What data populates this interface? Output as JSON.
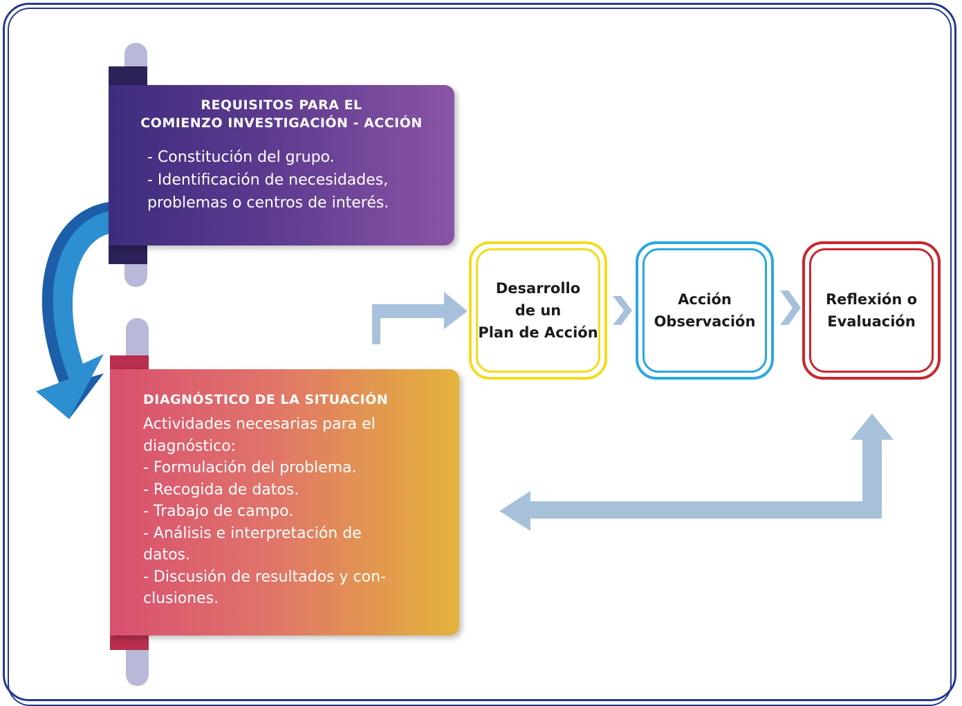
{
  "requisitos": {
    "title_lines": [
      "REQUISITOS PARA EL",
      "COMIENZO INVESTIGACIÓN - ACCIÓN"
    ],
    "body_lines": [
      "- Constitución del grupo.",
      "- Identificación de necesidades,",
      "problemas o centros de interés."
    ]
  },
  "diagnostico": {
    "title": "DIAGNÓSTICO DE LA SITUACIÓN",
    "body_lines": [
      "Actividades necesarias para el",
      "diagnóstico:",
      "- Formulación del problema.",
      "- Recogida de datos.",
      "- Trabajo de campo.",
      "- Análisis e interpretación de",
      "datos.",
      "- Discusión de resultados y con-",
      "clusiones."
    ]
  },
  "steps": [
    {
      "lines": [
        "Desarrollo",
        "de un",
        "Plan de Acción"
      ],
      "color": "#f2dc1e"
    },
    {
      "lines": [
        "Acción",
        "Observación"
      ],
      "color": "#28a8e0"
    },
    {
      "lines": [
        "Reflexión o",
        "Evaluación"
      ],
      "color": "#c8262e"
    }
  ],
  "colors": {
    "frame": "#24378f",
    "arrow_light": "#a8c1da",
    "curved_arrow": "#2e8fd0",
    "rod": "#b8b9d8"
  }
}
